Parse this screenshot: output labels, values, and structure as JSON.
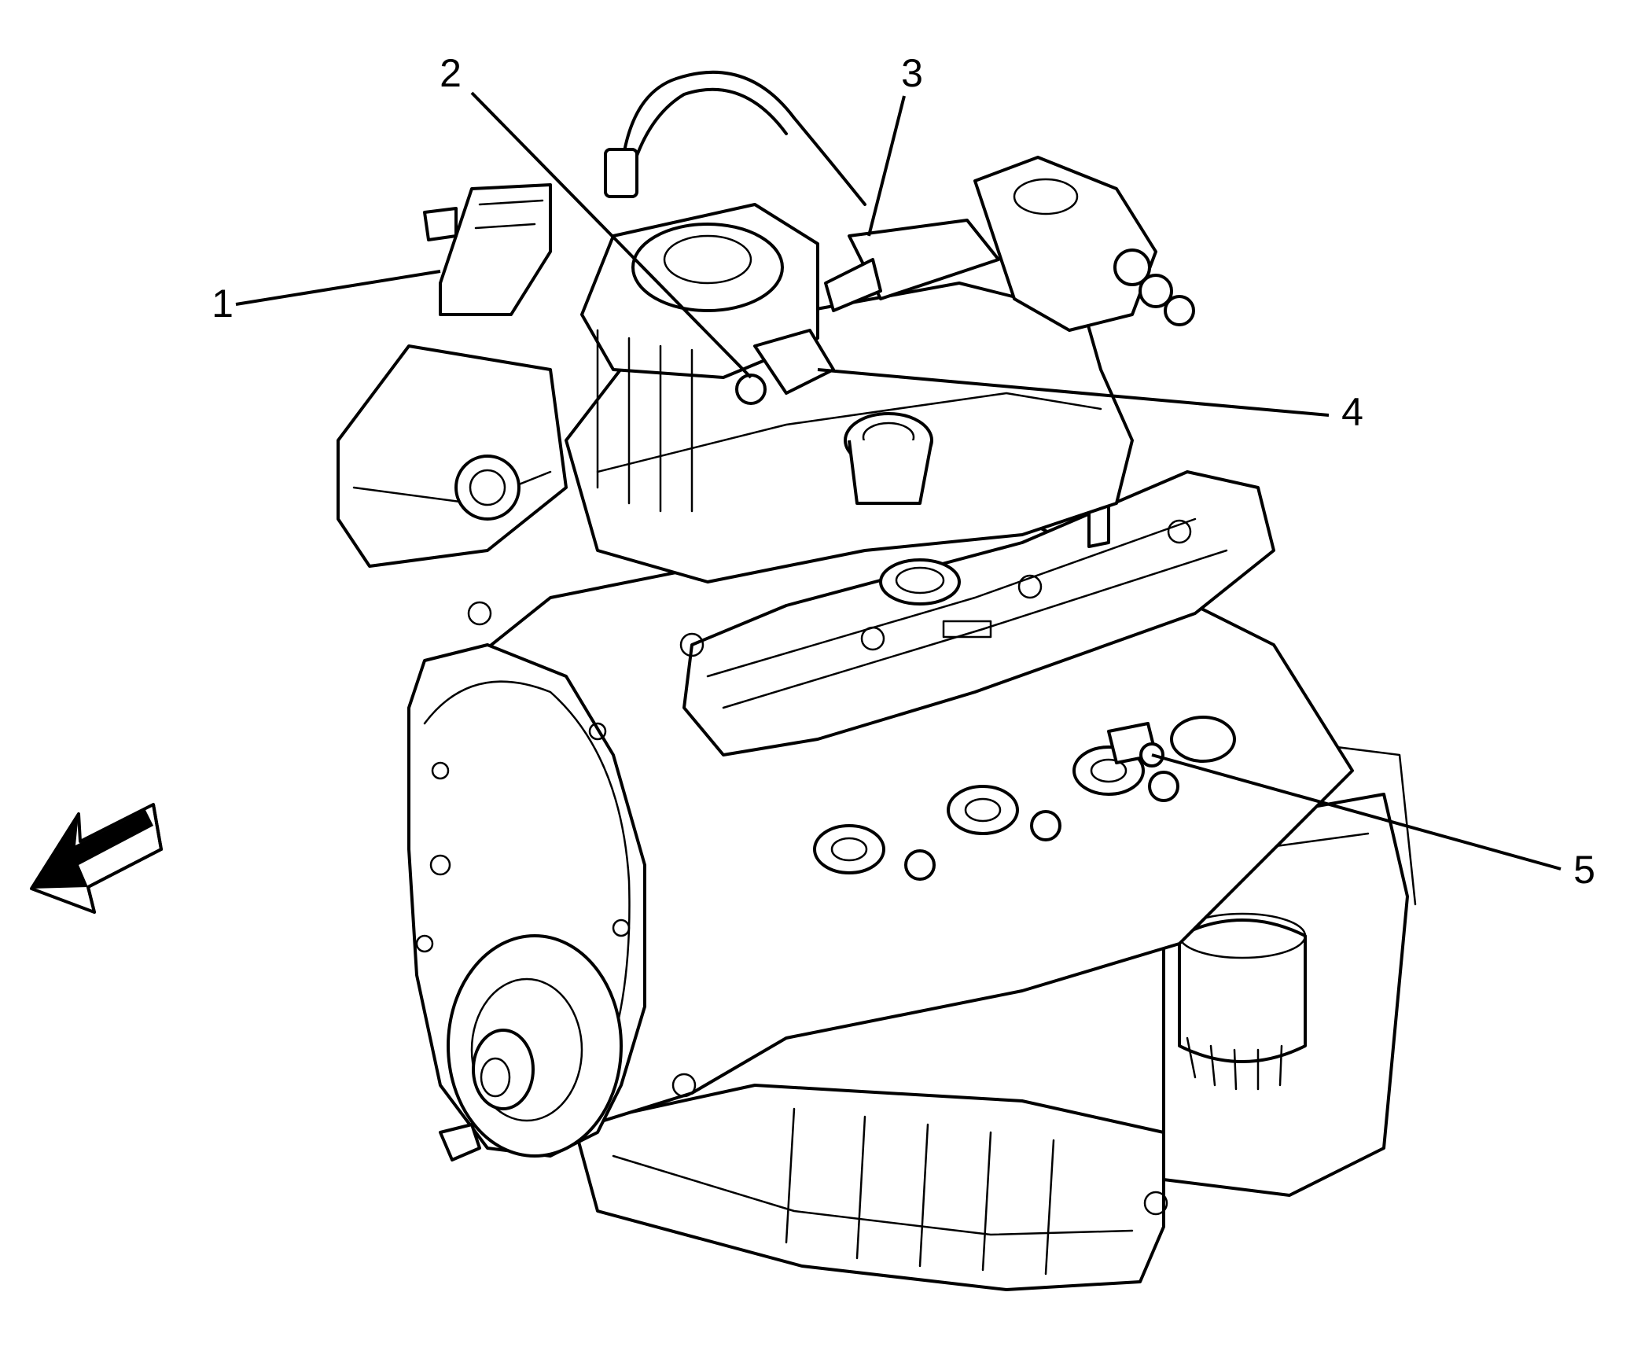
{
  "callouts": [
    {
      "id": "1",
      "label": "1"
    },
    {
      "id": "2",
      "label": "2"
    },
    {
      "id": "3",
      "label": "3"
    },
    {
      "id": "4",
      "label": "4"
    },
    {
      "id": "5",
      "label": "5"
    }
  ],
  "icons": {
    "front_arrow": "front-direction-arrow-icon"
  }
}
